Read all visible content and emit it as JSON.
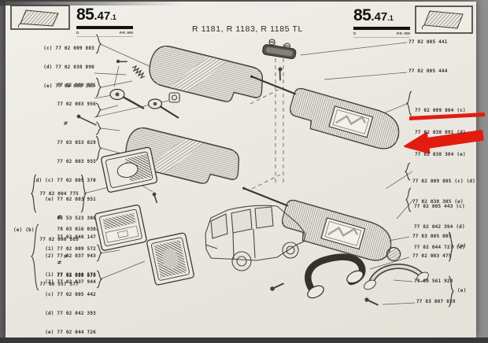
{
  "page": {
    "title": "R 1181, R 1183, R 1185 TL"
  },
  "header_left": {
    "code": "85",
    "minor": ".47",
    "sub": ".1",
    "letter": "D",
    "pr": "P.R. 909"
  },
  "header_right": {
    "code": "85",
    "minor": ".47",
    "sub": ".1",
    "letter": "D",
    "pr": "P.R. 909"
  },
  "left_column": {
    "group1": {
      "lines": [
        "(c) 77 02 009 803",
        "(d) 77 02 038 090",
        "(e) 77 02 038 303"
      ]
    },
    "group2": {
      "lines": [
        "77 02 009 371",
        "77 02 003 956",
        "≠",
        "77 03 053 029",
        "77 02 003 955",
        "(d) (c) 77 02 009 370",
        "(e) 77 02 003 951",
        "08 53 523 300",
        "77 02 040 147",
        "≠",
        "77 03 016 070",
        "(c) 77 02 005 442",
        "(d) 77 02 042 393",
        "(e) 77 02 044 726"
      ]
    },
    "group3": {
      "lines": [
        "77 02 004 775",
        "≠",
        "77 02 006 889",
        "≠",
        "77 00 557 577"
      ]
    },
    "group4": {
      "label": "(e) (b)",
      "lines": [
        "78 03 016 030",
        "(1) 77 02 009 572",
        "(2) 77 02 037 943",
        "(1) 77 02 009 573",
        "(2) 77 02 037 944"
      ]
    }
  },
  "right_column": {
    "single1": "77 02 005 441",
    "single2": "77 02 005 444",
    "group1": {
      "lines": [
        "77 02 009 804 (c)",
        "77 02 038 091 (d)",
        "77 02 038 304 (e)"
      ]
    },
    "group2": {
      "lines": [
        "77 02 009 805 (c) (d)",
        "77 02 038 305 (e)"
      ]
    },
    "group3": {
      "lines": [
        "77 02 005 443 (c)",
        "77 02 042 394 (d)",
        "77 02 044 727 (e)"
      ]
    },
    "group4": {
      "lines": [
        "77 03 005 005",
        "77 02 003 475"
      ],
      "label": "(e)"
    },
    "group5": {
      "lines": [
        "77 00 561 928",
        "77 03 007 039"
      ],
      "label": "(e)"
    }
  },
  "annotations": {
    "highlight_color": "#e31c10",
    "underlined_part": "77 02 038 304 (e)",
    "red_arrow_points_to": "right upper sun visor"
  },
  "colors": {
    "paper": "#ebe8e1",
    "ink": "#33302b",
    "frame": "#6f6f6f"
  }
}
